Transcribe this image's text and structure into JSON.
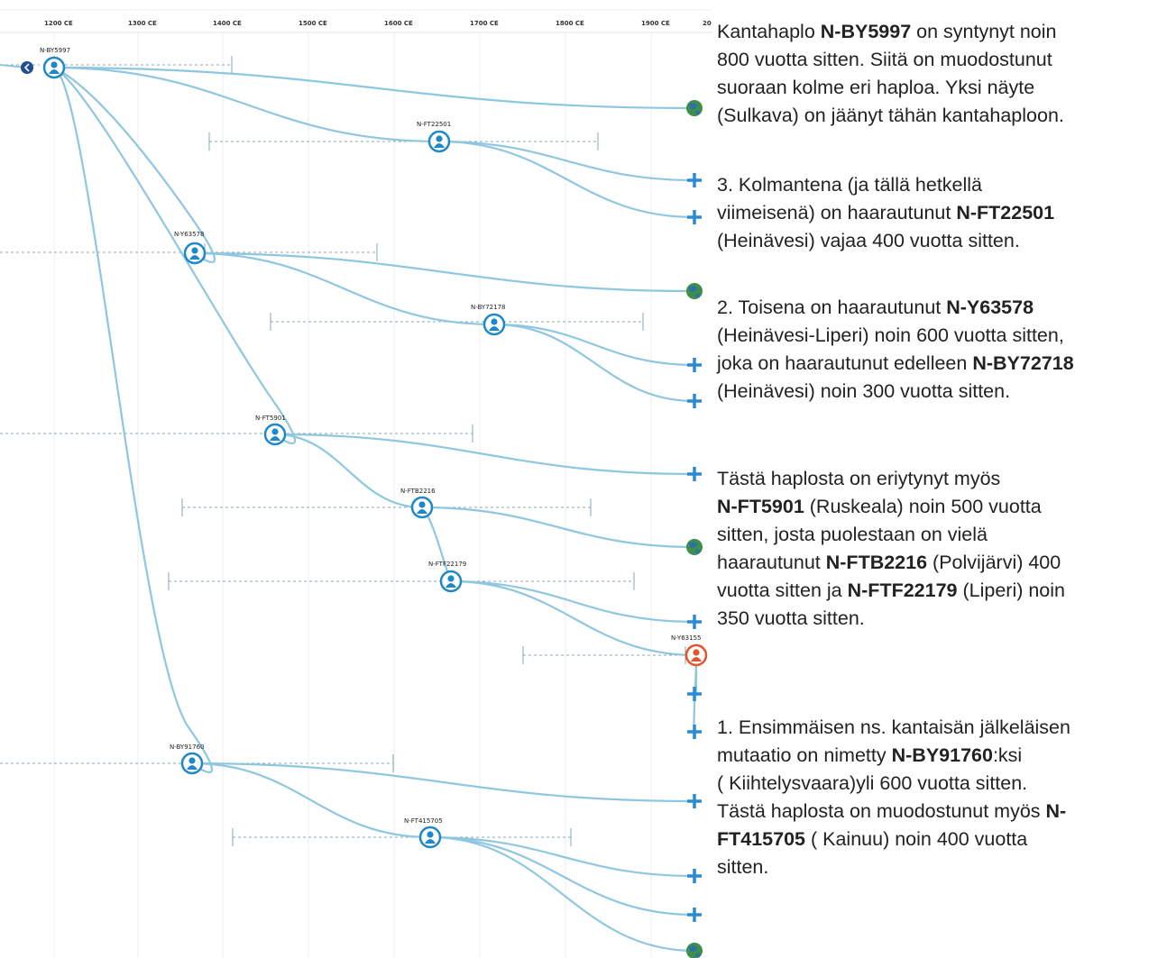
{
  "axis": {
    "ticks": [
      "1200 CE",
      "1300 CE",
      "1400 CE",
      "1500 CE",
      "1600 CE",
      "1700 CE",
      "1800 CE",
      "1900 CE",
      "20"
    ]
  },
  "nodes": {
    "root": "N-BY5997",
    "ft22501": "N-FT22501",
    "y63578": "N-Y63578",
    "by72178": "N-BY72178",
    "ft5901": "N-FT5901",
    "ftb2216": "N-FTB2216",
    "ftf22179": "N-FTF22179",
    "y63155": "N-Y63155",
    "by91760": "N-BY91760",
    "ft415705": "N-FT415705"
  },
  "colors": {
    "branch": "#8fc6e0",
    "node": "#1e88c8",
    "leaf_plus": "#2a8ad2",
    "highlight_node": "#e5532c",
    "back_button": "#1d4f91",
    "dashed": "#8aa4b4"
  },
  "text": {
    "p1": [
      "Kantahaplo ",
      "N-BY5997",
      " on syntynyt noin",
      "800 vuotta sitten. Siitä on muodostunut",
      "suoraan kolme eri haploa. Yksi näyte",
      "(Sulkava) on jäänyt tähän kantahaploon."
    ],
    "p2": [
      "3. Kolmantena (ja tällä hetkellä",
      "viimeisenä) on haarautunut ",
      "N-FT22501",
      "(Heinävesi) vajaa 400 vuotta sitten."
    ],
    "p3": [
      "2. Toisena on haarautunut ",
      "N-Y63578",
      "(Heinävesi-Liperi) noin 600 vuotta sitten,",
      "joka on haarautunut edelleen ",
      "N-BY72718",
      "(Heinävesi) noin 300 vuotta sitten."
    ],
    "p4": [
      " Tästä haplosta on eriytynyt myös",
      "N-FT5901",
      " (Ruskeala) noin 500 vuotta",
      "sitten, josta puolestaan on vielä",
      "haarautunut ",
      "N-FTB2216",
      " (Polvijärvi)  400",
      "vuotta sitten ja ",
      "N-FTF22179",
      " (Liperi) noin",
      "350 vuotta sitten."
    ],
    "p5": [
      "1. Ensimmäisen ns. kantaisän jälkeläisen",
      "mutaatio on  nimetty ",
      "N-BY91760",
      ":ksi",
      "( Kiihtelysvaara)yli 600 vuotta sitten.",
      "Tästä haplosta on muodostunut myös ",
      "N-",
      "FT415705",
      " ( Kainuu) noin 400 vuotta",
      "sitten."
    ]
  }
}
